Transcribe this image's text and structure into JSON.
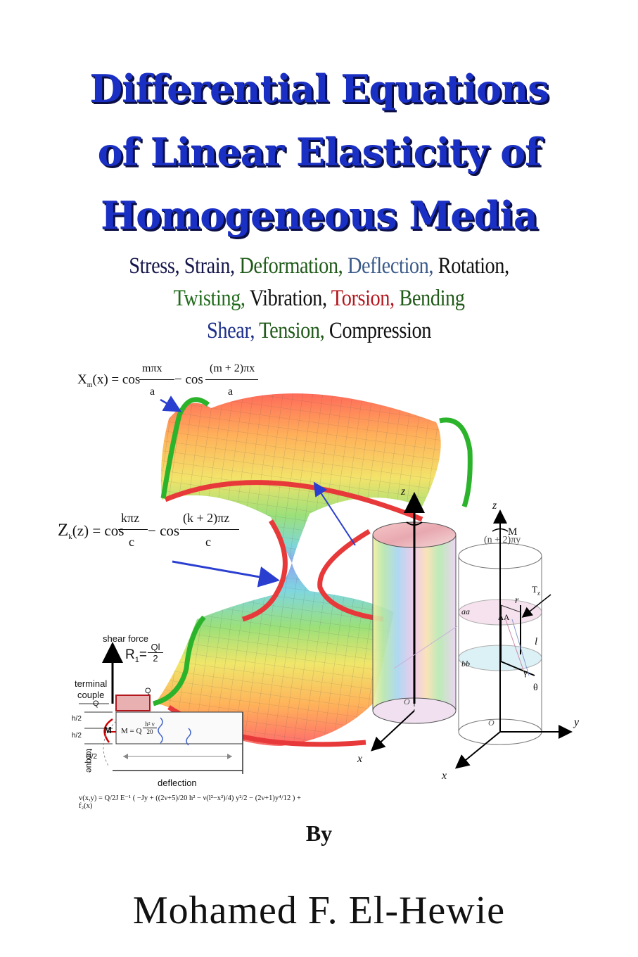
{
  "title": {
    "line1": "Differential Equations",
    "line2": "of Linear Elasticity of",
    "line3": "Homogeneous Media"
  },
  "subtitle": {
    "line1": [
      {
        "text": "Stress, ",
        "color": "#15164a"
      },
      {
        "text": "Strain, ",
        "color": "#15164a"
      },
      {
        "text": "Deformation, ",
        "color": "#1f5a18"
      },
      {
        "text": "Deflection, ",
        "color": "#3a5a8a"
      },
      {
        "text": "Rotation,",
        "color": "#111111"
      }
    ],
    "line2": [
      {
        "text": "Twisting, ",
        "color": "#1f6b1a"
      },
      {
        "text": "Vibration, ",
        "color": "#111111"
      },
      {
        "text": "Torsion, ",
        "color": "#b3161c"
      },
      {
        "text": "Bending",
        "color": "#1f5a18"
      }
    ],
    "line3": [
      {
        "text": "Shear, ",
        "color": "#1c2f8a"
      },
      {
        "text": "Tension, ",
        "color": "#1f5a18"
      },
      {
        "text": "Compression",
        "color": "#111111"
      }
    ]
  },
  "equations": {
    "xm_lhs": "X",
    "xm_sub": "m",
    "xm_rest": "(x) = cos",
    "xm_num1": "mπx",
    "xm_den1": "a",
    "xm_mid": "− cos",
    "xm_num2": "(m + 2)πx",
    "xm_den2": "a",
    "zk_lhs": "Z",
    "zk_sub": "k",
    "zk_rest": "(z) = cos",
    "zk_num1": "kπz",
    "zk_den1": "c",
    "zk_mid": "− cos",
    "zk_num2": "(k + 2)πz",
    "zk_den2": "c"
  },
  "beam": {
    "shear_force": "shear force",
    "r1": "R",
    "r1_sub": "1",
    "r1_eq": "=",
    "r1_num": "Ql",
    "r1_den": "2",
    "terminal": "terminal",
    "couple": "couple",
    "q_top": "Q",
    "q_box": "Q",
    "h2a": "h/2",
    "h2b": "h/2",
    "q2": "Q/2",
    "m": "M",
    "moment": "M = Q",
    "moment_num": "h² ν",
    "moment_den": "20",
    "torque": "torque",
    "deflection": "deflection",
    "formula": "v(x,y) = Q/2J E⁻¹ ( −Jy + ((2ν+5)/20 h² − ν(l²−x²)/4) y²/2 − (2ν+1)y⁴/12 ) + f₂(x)"
  },
  "cylinders": {
    "z1": "z",
    "x1": "x",
    "o1": "O",
    "z2": "z",
    "x2": "x",
    "y2": "y",
    "o2": "O",
    "m_label": "M",
    "tz": "T",
    "tz_sub": "z",
    "aa": "aa",
    "bb": "bb",
    "r": "r",
    "delta_a": "ΔA",
    "l": "l",
    "gamma": "γ",
    "theta": "θ",
    "fragment": "(n + 2)πy"
  },
  "by": "By",
  "author": "Mohamed F. El-Hewie"
}
